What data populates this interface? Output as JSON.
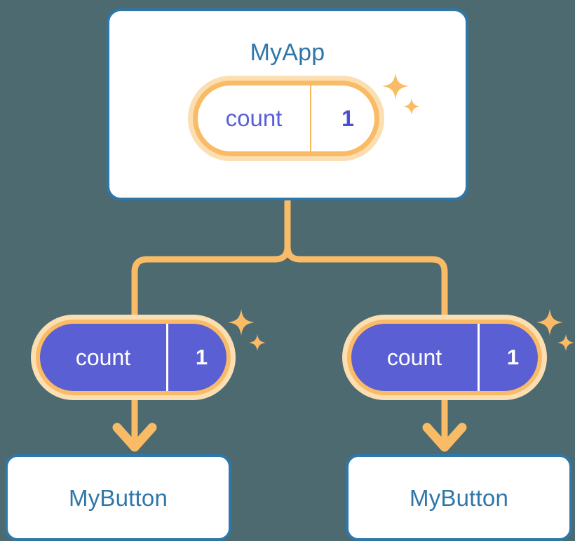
{
  "diagram": {
    "title_text": "MyApp",
    "background_color": "#4c6a70",
    "accent_blue": "#2f77a8",
    "accent_orange": "#f9bb66",
    "accent_orange_light": "#fbdfb2",
    "accent_purple": "#5b5fd4"
  },
  "app_card": {
    "label": "MyApp",
    "state_pill": {
      "key": "count",
      "value": "1",
      "variant": "light",
      "sparkle_icon": "sparkles-icon"
    }
  },
  "children": [
    {
      "state_pill": {
        "key": "count",
        "value": "1",
        "variant": "filled",
        "sparkle_icon": "sparkles-icon"
      },
      "arrow_icon": "arrow-down-icon",
      "button_card": {
        "label": "MyButton"
      }
    },
    {
      "state_pill": {
        "key": "count",
        "value": "1",
        "variant": "filled",
        "sparkle_icon": "sparkles-icon"
      },
      "arrow_icon": "arrow-down-icon",
      "button_card": {
        "label": "MyButton"
      }
    }
  ],
  "connectors": {
    "trunk_icon": "tree-connector-icon",
    "branch_left_icon": "branch-line-icon",
    "branch_right_icon": "branch-line-icon"
  }
}
